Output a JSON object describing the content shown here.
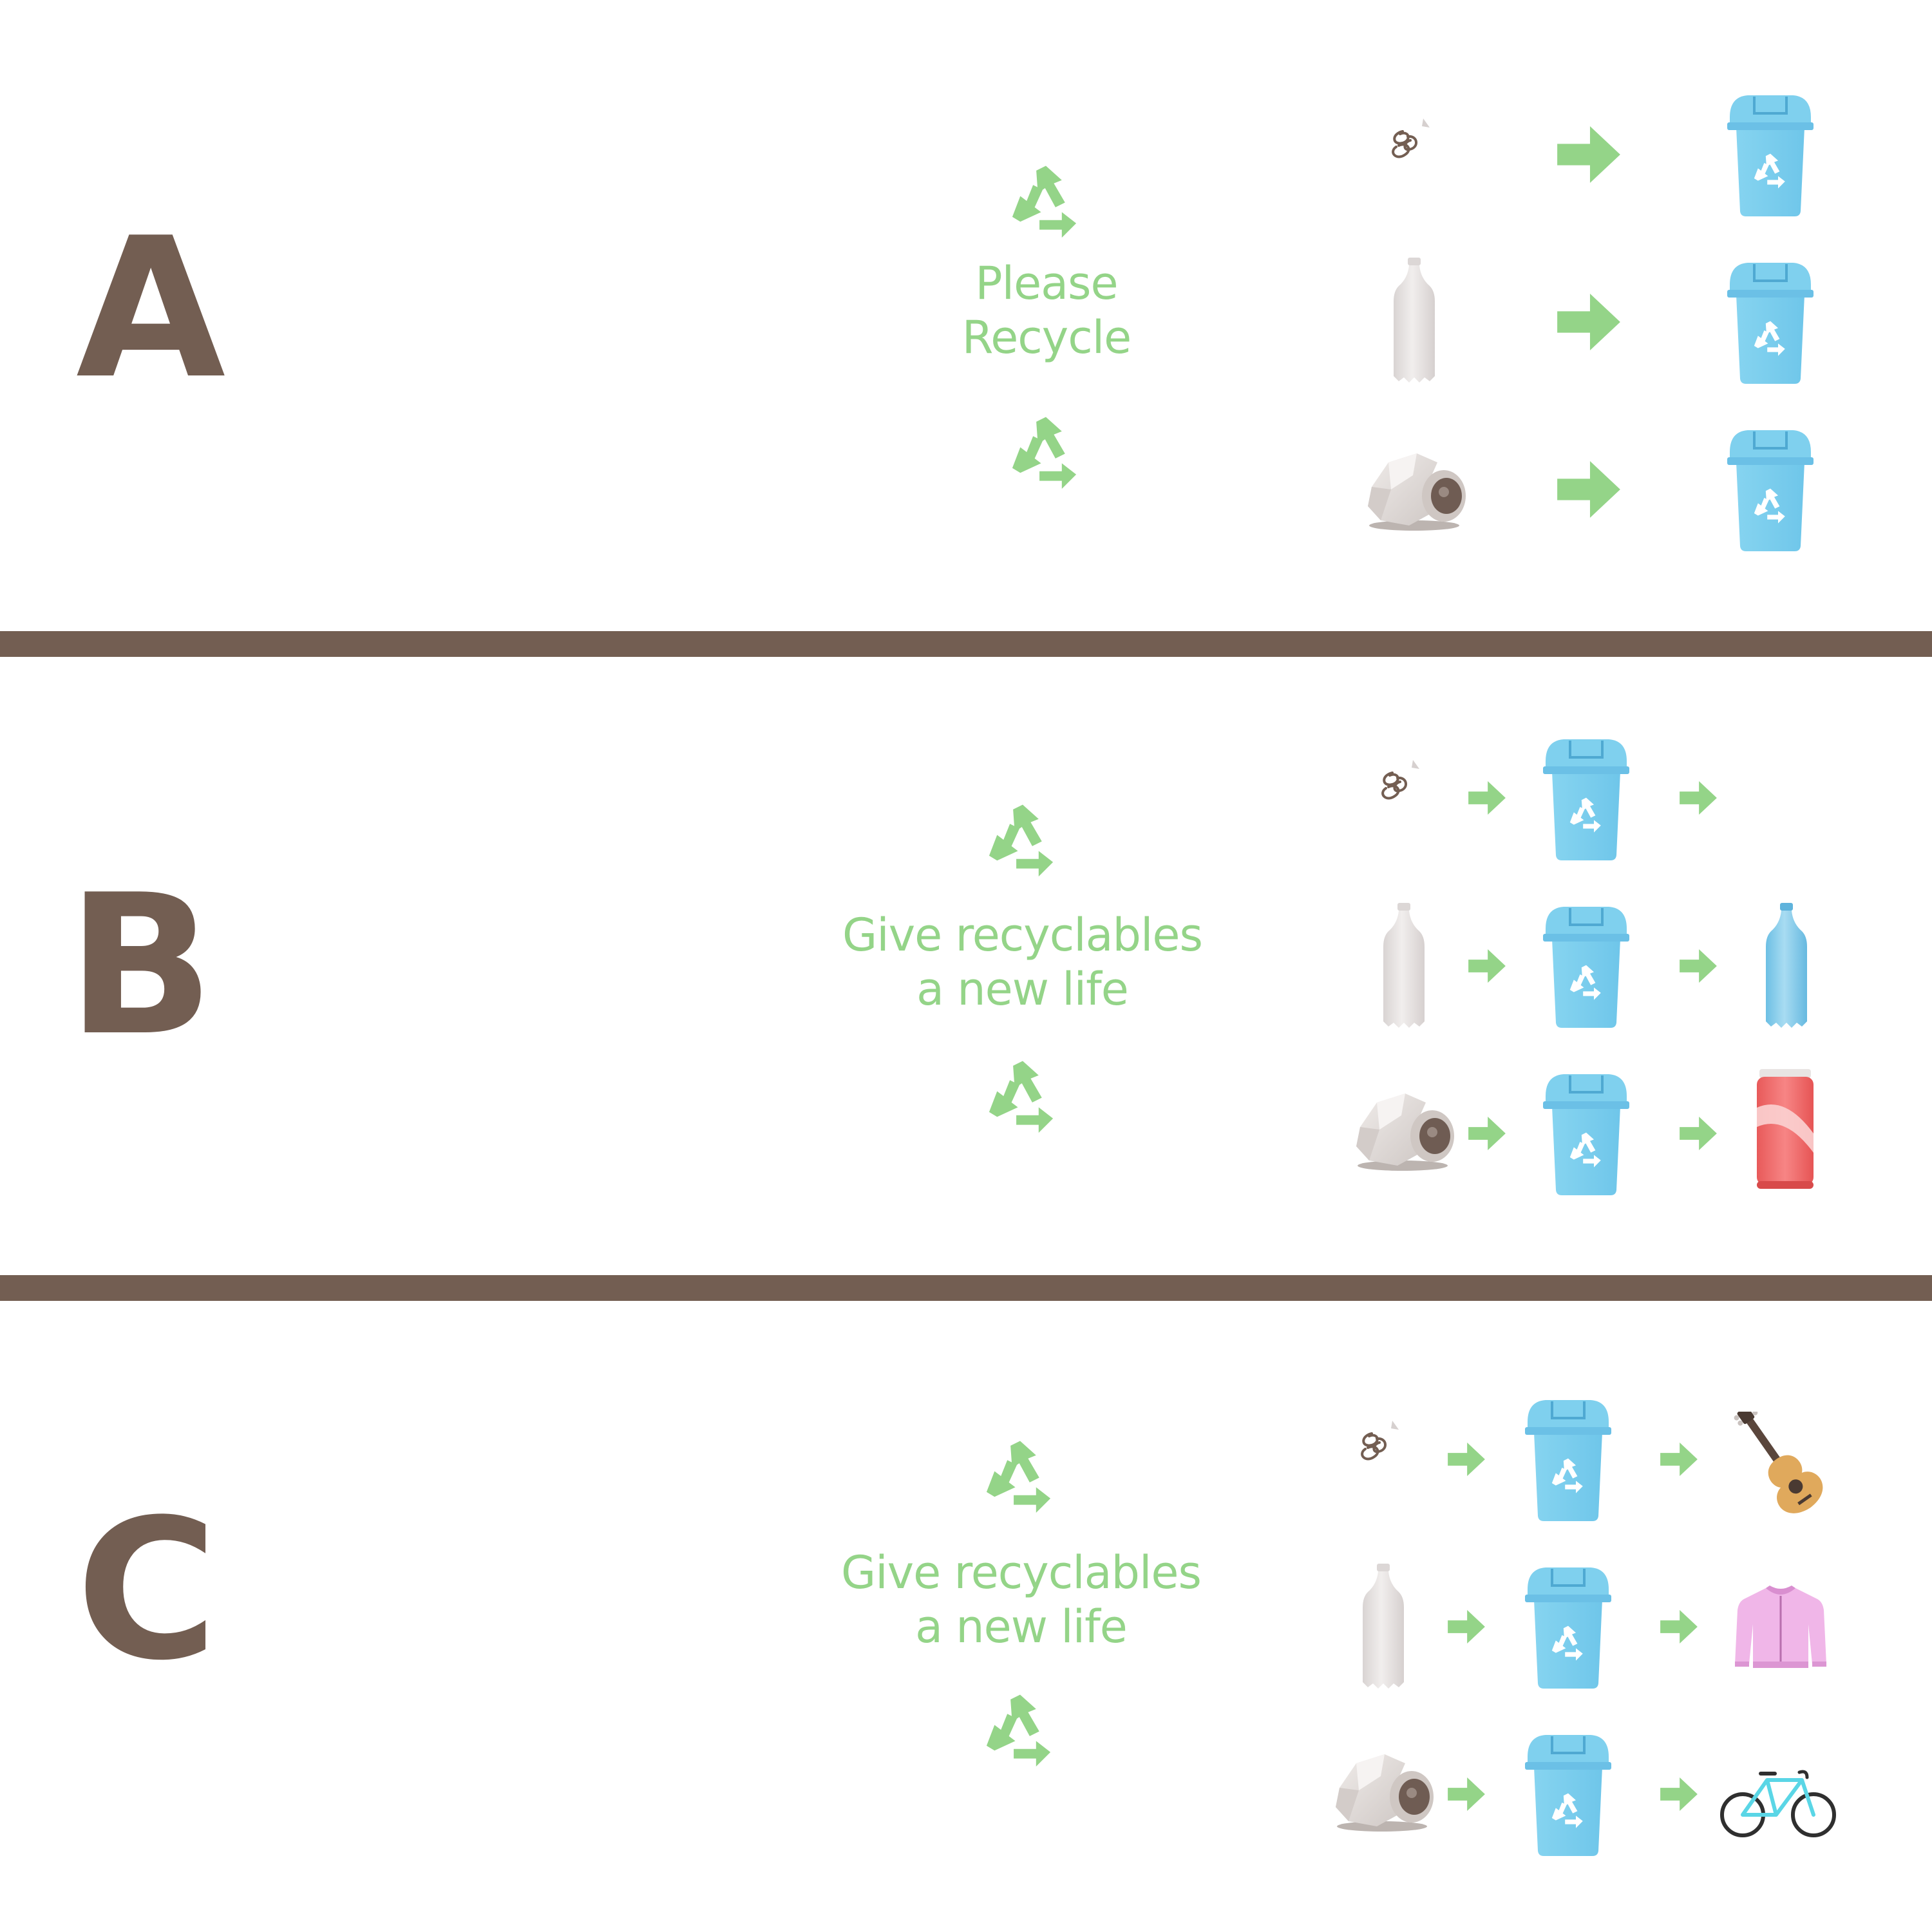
{
  "panels": [
    {
      "id": "A",
      "letter": "A",
      "message_lines": [
        "Please",
        "Recycle"
      ]
    },
    {
      "id": "B",
      "letter": "B",
      "message_lines": [
        "Give recyclables",
        "a new life"
      ]
    },
    {
      "id": "C",
      "letter": "C",
      "message_lines": [
        "Give recyclables",
        "a new life"
      ]
    }
  ],
  "colors": {
    "brown": "#735e52",
    "green": "#94d488",
    "bin_blue": "#7fd0ee",
    "bottle_white": "#e6e2e1",
    "new_bottle_blue": "#86cbe9",
    "can_red": "#f26f6f",
    "jacket_pink": "#f0b6e8",
    "guitar_tan": "#e0a95c",
    "bike_teal": "#5ad6e6"
  },
  "icons": {
    "recycle": "recycle-icon",
    "paper": "crumpled-paper-icon",
    "bottle": "plastic-bottle-icon",
    "can": "crushed-can-icon",
    "arrow": "arrow-right-icon",
    "bin": "recycling-bin-icon",
    "new_bottle": "new-bottle-icon",
    "new_can": "soda-can-icon",
    "guitar": "guitar-icon",
    "jacket": "jacket-icon",
    "bicycle": "bicycle-icon"
  }
}
